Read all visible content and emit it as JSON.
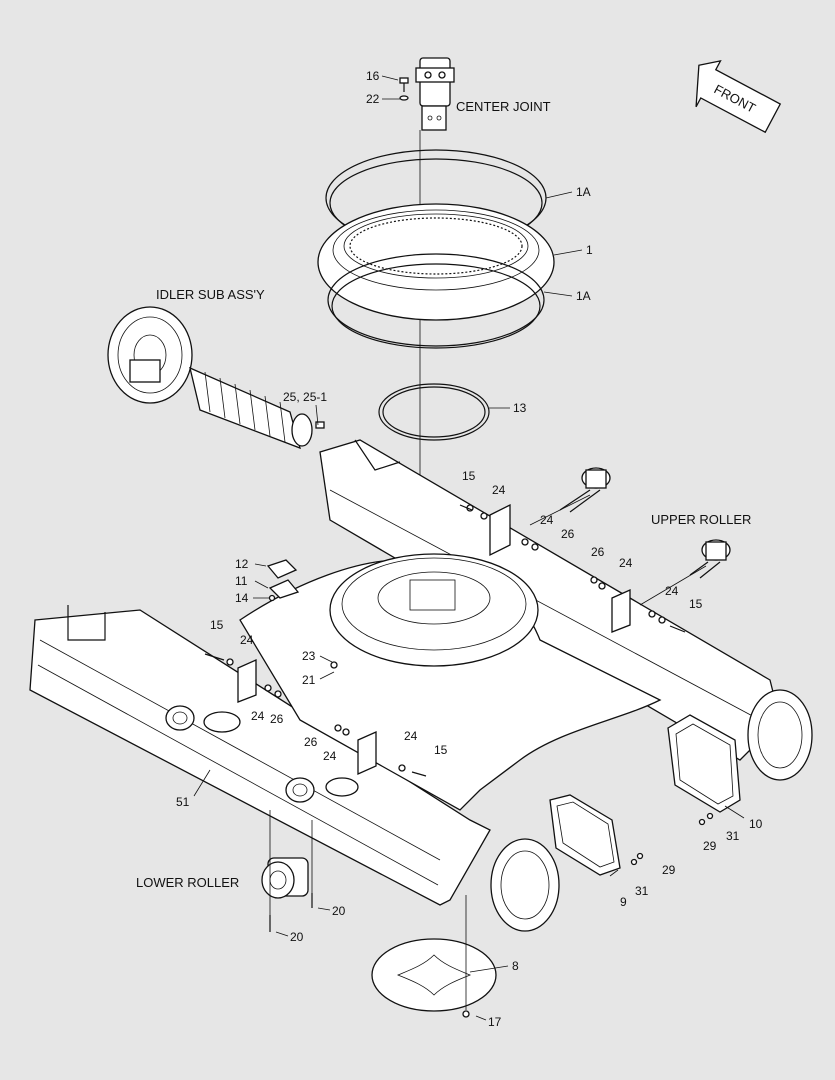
{
  "captions": {
    "center_joint": "CENTER JOINT",
    "idler": "IDLER SUB ASS'Y",
    "upper_roller": "UPPER ROLLER",
    "lower_roller": "LOWER ROLLER",
    "front": "FRONT"
  },
  "callouts": {
    "c16": "16",
    "c22": "22",
    "c1a_top": "1A",
    "c1": "1",
    "c1a_bot": "1A",
    "c25": "25, 25-1",
    "c13": "13",
    "c15_a": "15",
    "c24_a": "24",
    "c24_b": "24",
    "c26_a": "26",
    "c26_b": "26",
    "c24_c": "24",
    "c24_d": "24",
    "c15_b": "15",
    "c12": "12",
    "c11": "11",
    "c14": "14",
    "c15_c": "15",
    "c24_e": "24",
    "c23": "23",
    "c21": "21",
    "c24_f": "24",
    "c26_c": "26",
    "c26_d": "26",
    "c24_g": "24",
    "c24_h": "24",
    "c15_d": "15",
    "c51": "51",
    "c10": "10",
    "c31_a": "31",
    "c29_a": "29",
    "c29_b": "29",
    "c31_b": "31",
    "c9": "9",
    "c20_a": "20",
    "c20_b": "20",
    "c8": "8",
    "c17": "17"
  }
}
